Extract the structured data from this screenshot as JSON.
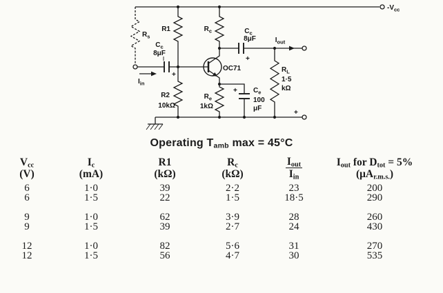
{
  "schematic": {
    "supply_label": {
      "p1": "-V",
      "sub": "cc"
    },
    "rs_label": {
      "p1": "R",
      "sub": "s"
    },
    "r1_label": "R1",
    "rc_label": {
      "p1": "R",
      "sub": "c"
    },
    "cc_in": {
      "p1": "C",
      "sub": "c",
      "value": "8μF"
    },
    "cc_out": {
      "p1": "C",
      "sub": "c",
      "value": "8μF"
    },
    "iin_label": {
      "p1": "I",
      "sub": "in"
    },
    "iout_label": {
      "p1": "I",
      "sub": "out"
    },
    "transistor_label": "OC71",
    "r2_label": {
      "name": "R2",
      "value": "10kΩ"
    },
    "re_label": {
      "p1": "R",
      "sub": "e",
      "value": "1kΩ"
    },
    "ce_label": {
      "p1": "C",
      "sub": "e",
      "value_1": "100",
      "value_2": "μF"
    },
    "rl_label": {
      "p1": "R",
      "sub": "L",
      "value_1": "1·5",
      "value_2": "kΩ"
    },
    "plus_sign": "+"
  },
  "title": {
    "p1": "Operating T",
    "sub": "amb",
    "p2": " max = 45°C"
  },
  "table": {
    "headers": {
      "col1": {
        "p1": "V",
        "sub": "cc",
        "unit": "(V)"
      },
      "col2": {
        "p1": "I",
        "sub": "c",
        "unit": "(mA)"
      },
      "col3": {
        "p1": "R1",
        "unit": "(kΩ)"
      },
      "col4": {
        "p1": "R",
        "sub": "c",
        "unit": "(kΩ)"
      },
      "col5": {
        "num_p1": "I",
        "num_sub": "out",
        "den_p1": "I",
        "den_sub": "in"
      },
      "col6": {
        "p1": "I",
        "s1": "out",
        "p2": " for D",
        "s2": "tot",
        "p3": " = 5%",
        "unit_p1": "(μA",
        "unit_sub": "r.m.s.",
        "unit_p2": ")"
      }
    },
    "groups": [
      {
        "rows": [
          [
            "6",
            "1·0",
            "39",
            "2·2",
            "23",
            "200"
          ],
          [
            "6",
            "1·5",
            "22",
            "1·5",
            "18·5",
            "290"
          ]
        ]
      },
      {
        "rows": [
          [
            "9",
            "1·0",
            "62",
            "3·9",
            "28",
            "260"
          ],
          [
            "9",
            "1·5",
            "39",
            "2·7",
            "24",
            "430"
          ]
        ]
      },
      {
        "rows": [
          [
            "12",
            "1·0",
            "82",
            "5·6",
            "31",
            "270"
          ],
          [
            "12",
            "1·5",
            "56",
            "4·7",
            "30",
            "535"
          ]
        ]
      }
    ]
  }
}
